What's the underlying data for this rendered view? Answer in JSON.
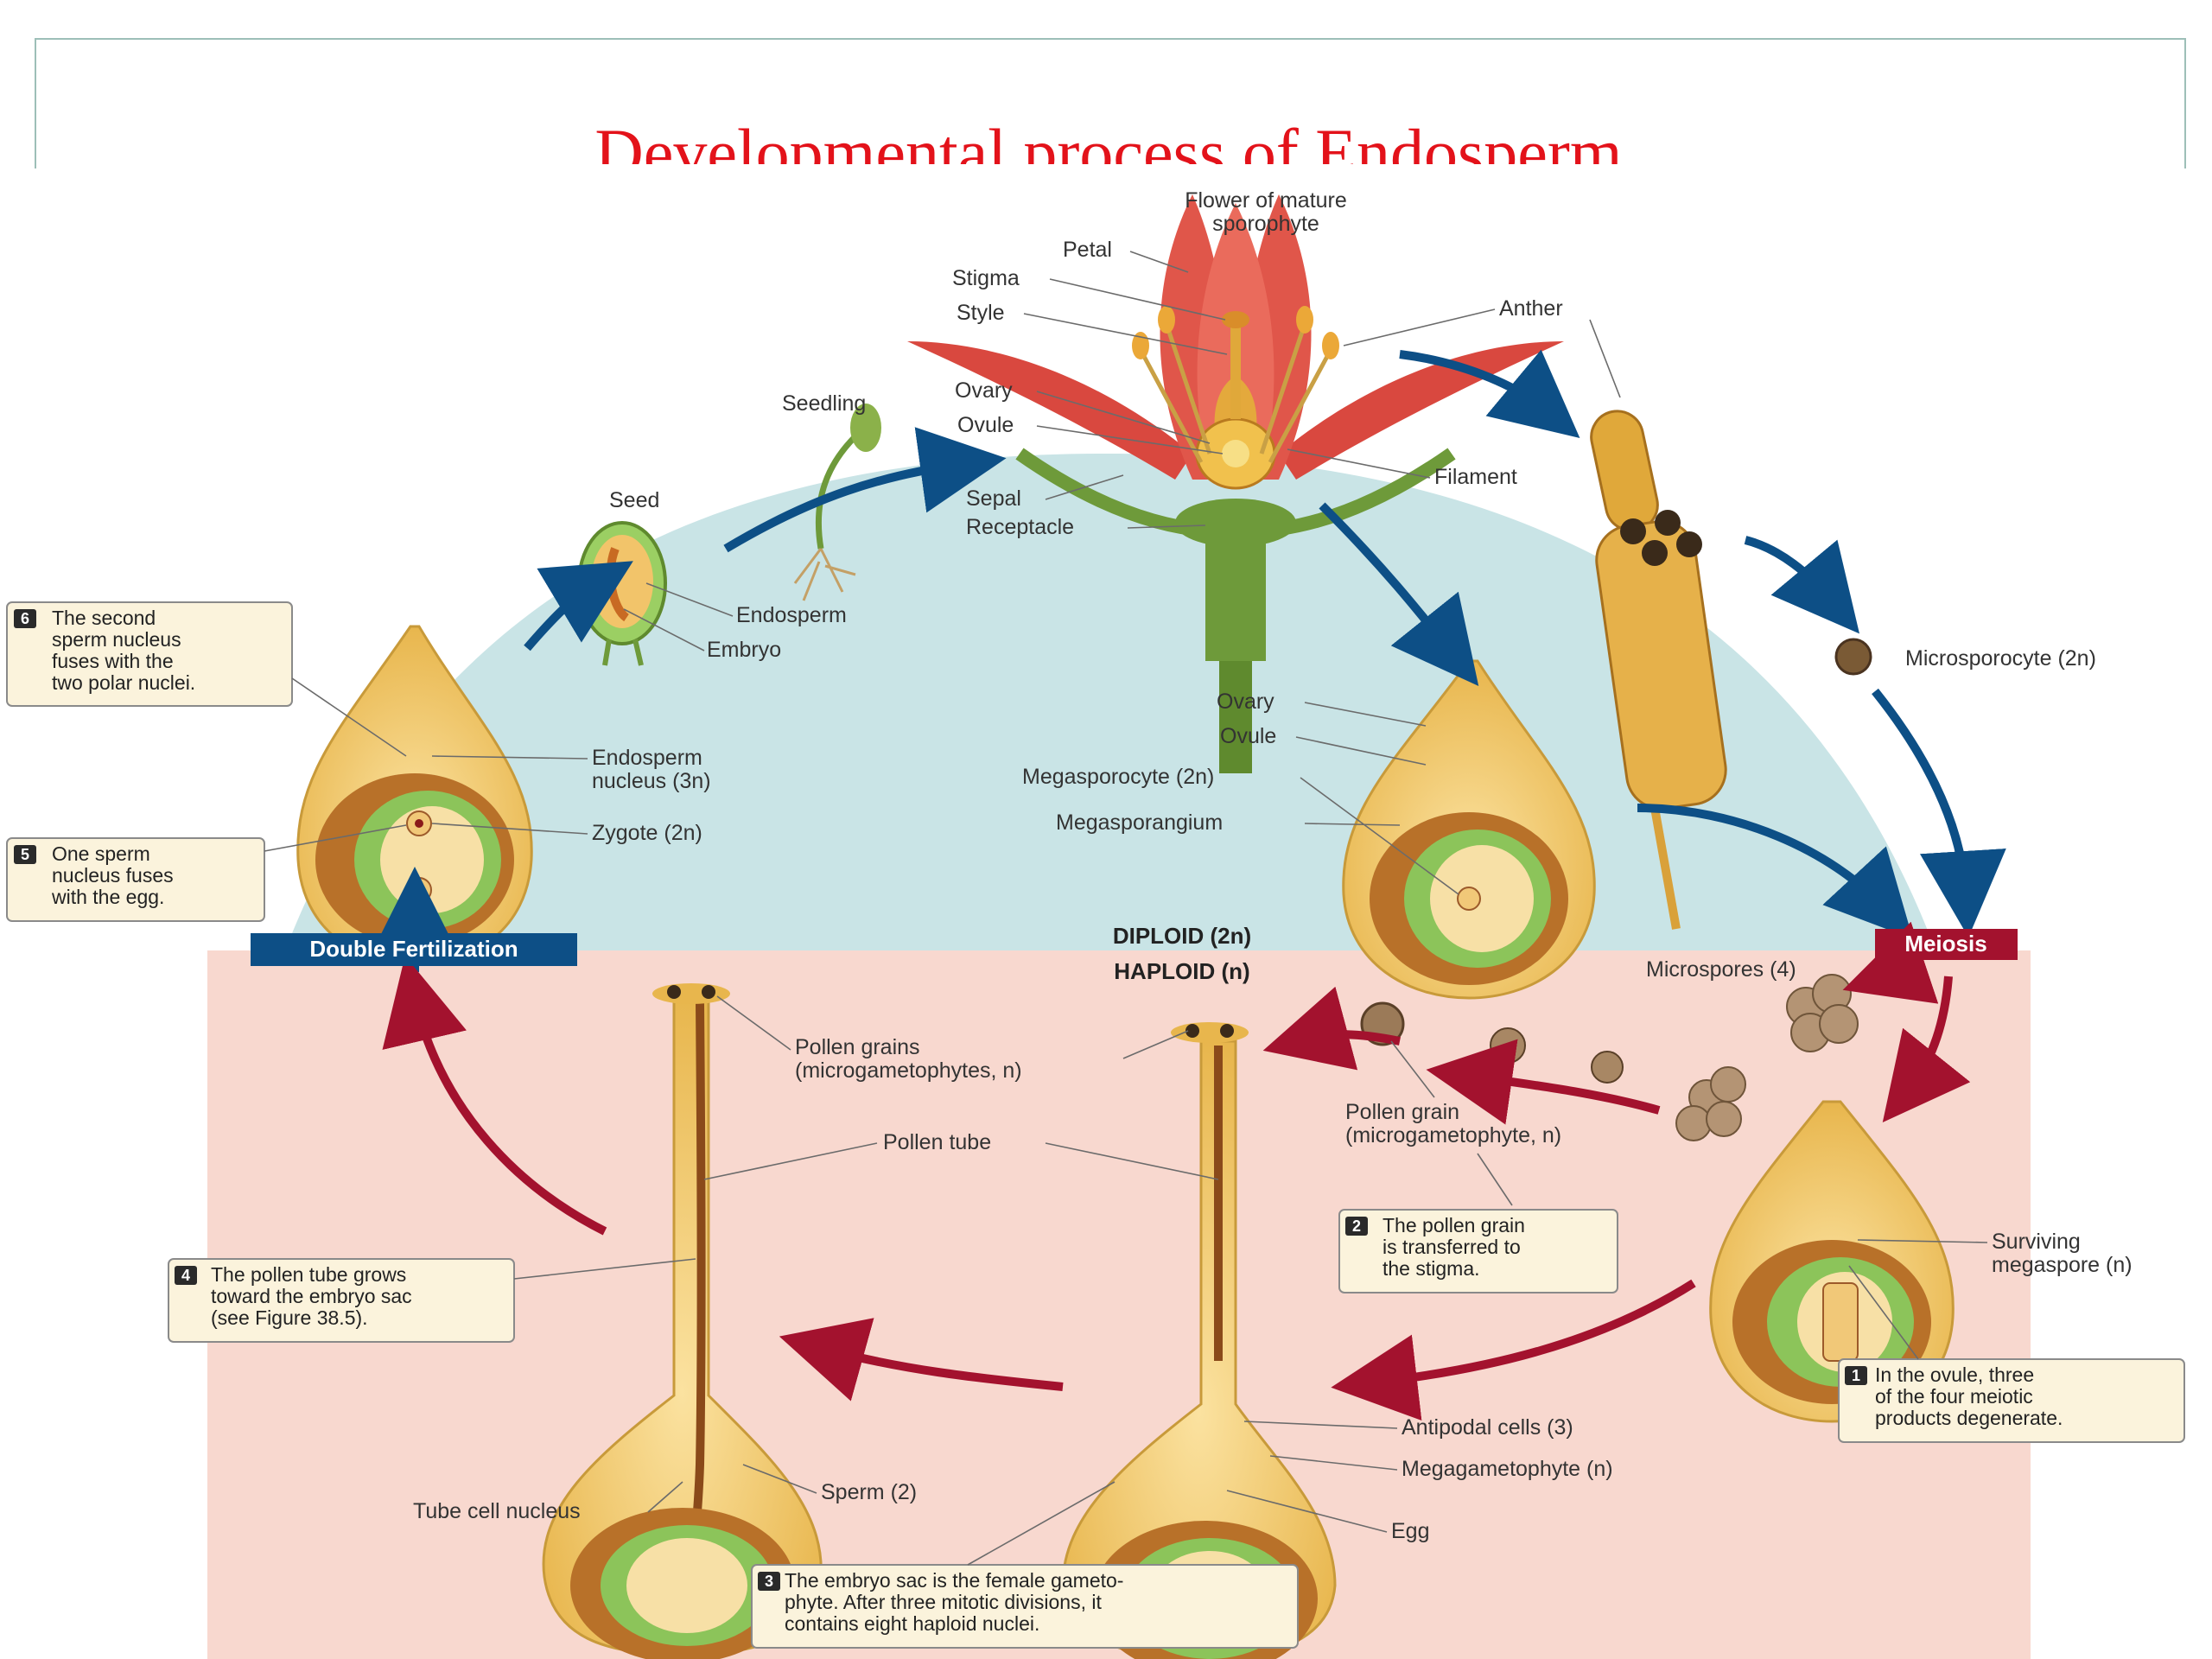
{
  "title": "Developmental process of Endosperm",
  "labels": {
    "flower_title_1": "Flower of mature",
    "flower_title_2": "sporophyte",
    "petal": "Petal",
    "stigma": "Stigma",
    "style": "Style",
    "anther": "Anther",
    "ovary_top": "Ovary",
    "ovule_top": "Ovule",
    "filament": "Filament",
    "sepal": "Sepal",
    "receptacle": "Receptacle",
    "seedling": "Seedling",
    "seed": "Seed",
    "endosperm": "Endosperm",
    "embryo": "Embryo",
    "microsporocyte": "Microsporocyte (2n)",
    "ovary_mid": "Ovary",
    "ovule_mid": "Ovule",
    "megasporocyte": "Megasporocyte (2n)",
    "megasporangium": "Megasporangium",
    "endosperm_nucleus_1": "Endosperm",
    "endosperm_nucleus_2": "nucleus (3n)",
    "zygote": "Zygote (2n)",
    "diploid": "DIPLOID (2n)",
    "haploid": "HAPLOID (n)",
    "double_fertilization": "Double Fertilization",
    "meiosis": "Meiosis",
    "microspores": "Microspores (4)",
    "pollen_grains_1": "Pollen grains",
    "pollen_grains_2": "(microgametophytes, n)",
    "pollen_tube": "Pollen tube",
    "pollen_grain_1": "Pollen grain",
    "pollen_grain_2": "(microgametophyte, n)",
    "surviving_1": "Surviving",
    "surviving_2": "megaspore (n)",
    "antipodal": "Antipodal cells (3)",
    "megagametophyte": "Megagametophyte (n)",
    "egg": "Egg",
    "tube_cell_nucleus": "Tube cell nucleus",
    "sperm": "Sperm (2)"
  },
  "steps": {
    "s6": {
      "num": "6",
      "lines": [
        "The second",
        "sperm nucleus",
        "fuses with the",
        "two polar nuclei."
      ]
    },
    "s5": {
      "num": "5",
      "lines": [
        "One sperm",
        "nucleus fuses",
        "with the egg."
      ]
    },
    "s4": {
      "num": "4",
      "lines": [
        "The pollen tube grows",
        "toward the embryo sac",
        "(see Figure 38.5)."
      ]
    },
    "s3": {
      "num": "3",
      "lines": [
        "The embryo sac is the female gameto-",
        "phyte. After three mitotic divisions, it",
        "contains eight haploid nuclei."
      ]
    },
    "s2": {
      "num": "2",
      "lines": [
        "The pollen grain",
        "is transferred to",
        "the stigma."
      ]
    },
    "s1": {
      "num": "1",
      "lines": [
        "In the ovule, three",
        "of the four meiotic",
        "products degenerate."
      ]
    }
  },
  "colors": {
    "diploid_bg": "#c9e4e6",
    "haploid_bg": "#f8d8cf",
    "blue_arrow": "#0d4f86",
    "red_arrow": "#a3122e",
    "ovule": "#f3cd6d",
    "ovule_inner": "#c07b2a",
    "green_tissue": "#8cc45a",
    "title": "#e3121a"
  }
}
